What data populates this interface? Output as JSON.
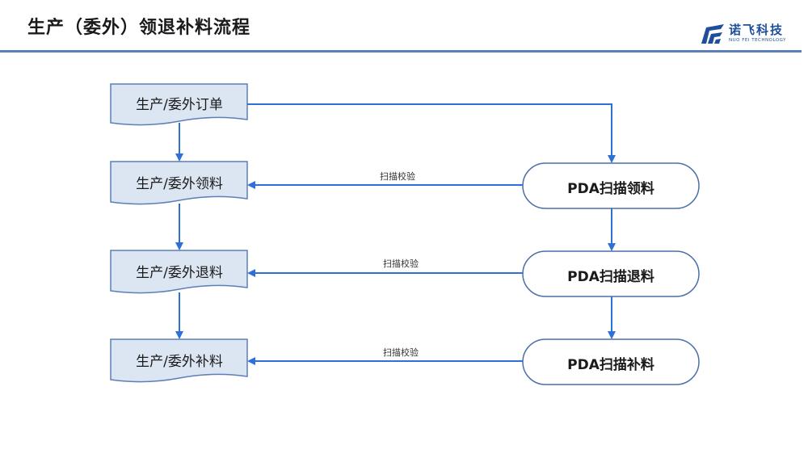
{
  "header": {
    "title": "生产（委外）领退补料流程",
    "logo_text": "诺飞科技",
    "logo_subtext": "NUO FEI TECHNOLOGY"
  },
  "nodes": {
    "order": "生产/委外订单",
    "issue": "生产/委外领料",
    "return": "生产/委外退料",
    "supplement": "生产/委外补料",
    "pda_issue": "PDA扫描领料",
    "pda_return": "PDA扫描退料",
    "pda_supplement": "PDA扫描补料"
  },
  "edges": {
    "scan_check_1": "扫描校验",
    "scan_check_2": "扫描校验",
    "scan_check_3": "扫描校验"
  },
  "colors": {
    "doc_fill": "#dce6f2",
    "doc_stroke": "#5b7fb8",
    "pda_stroke": "#4a6fa8",
    "arrow": "#2e6fd8",
    "brand": "#1f4f9a"
  }
}
